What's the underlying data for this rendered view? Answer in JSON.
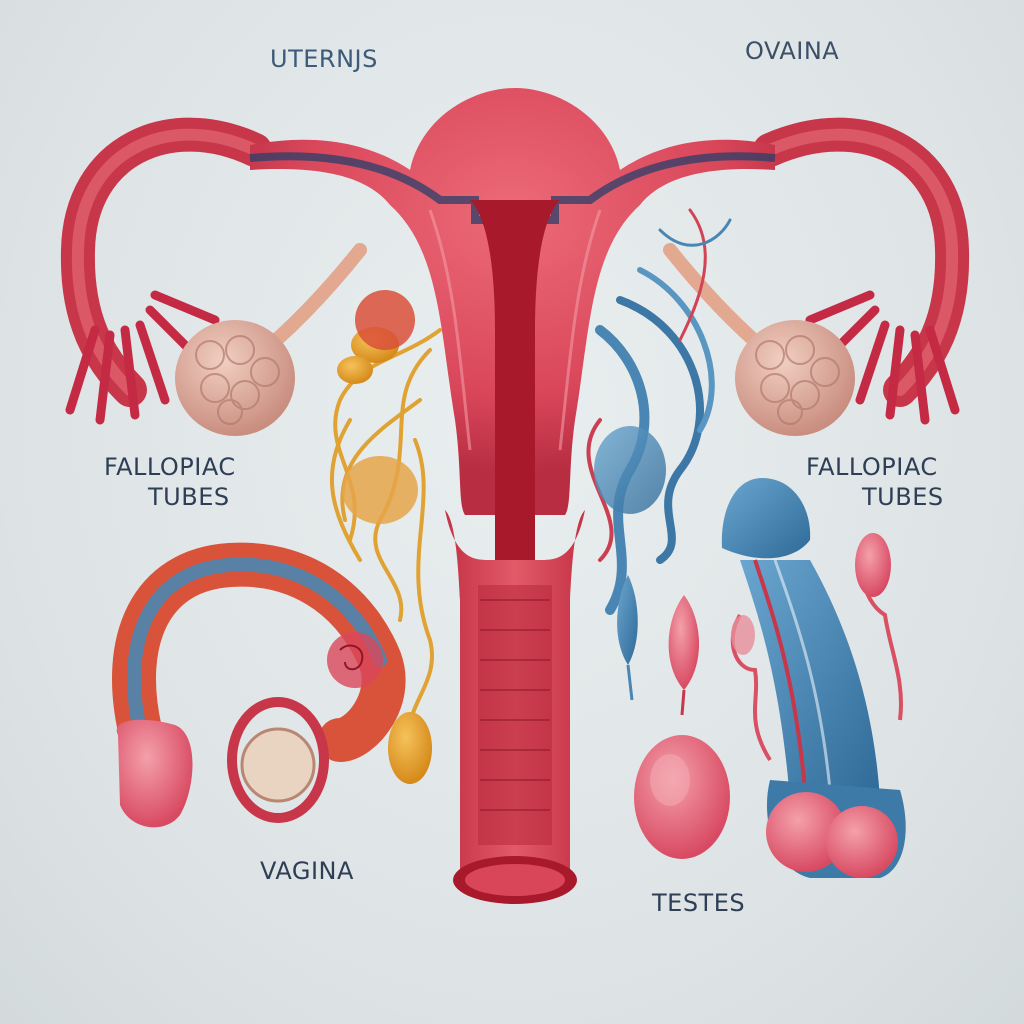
{
  "labels": {
    "uterus": "UTERNJS",
    "ovaria": "OVAINA",
    "fallopian_left_line1": "FALLOPIAC",
    "fallopian_left_line2": "TUBES",
    "fallopian_right_line1": "FALLOPIAC",
    "fallopian_right_line2": "TUBES",
    "vagina": "VAGINA",
    "testes": "TESTES"
  },
  "colors": {
    "background": "#e2e8ea",
    "uterus_tissue": "#d9465a",
    "uterus_inner": "#a8192c",
    "ovary": "#d9a89a",
    "blue_structure": "#4a86b3",
    "yellow_nerves": "#e0a233",
    "text": "#2d3e55"
  }
}
